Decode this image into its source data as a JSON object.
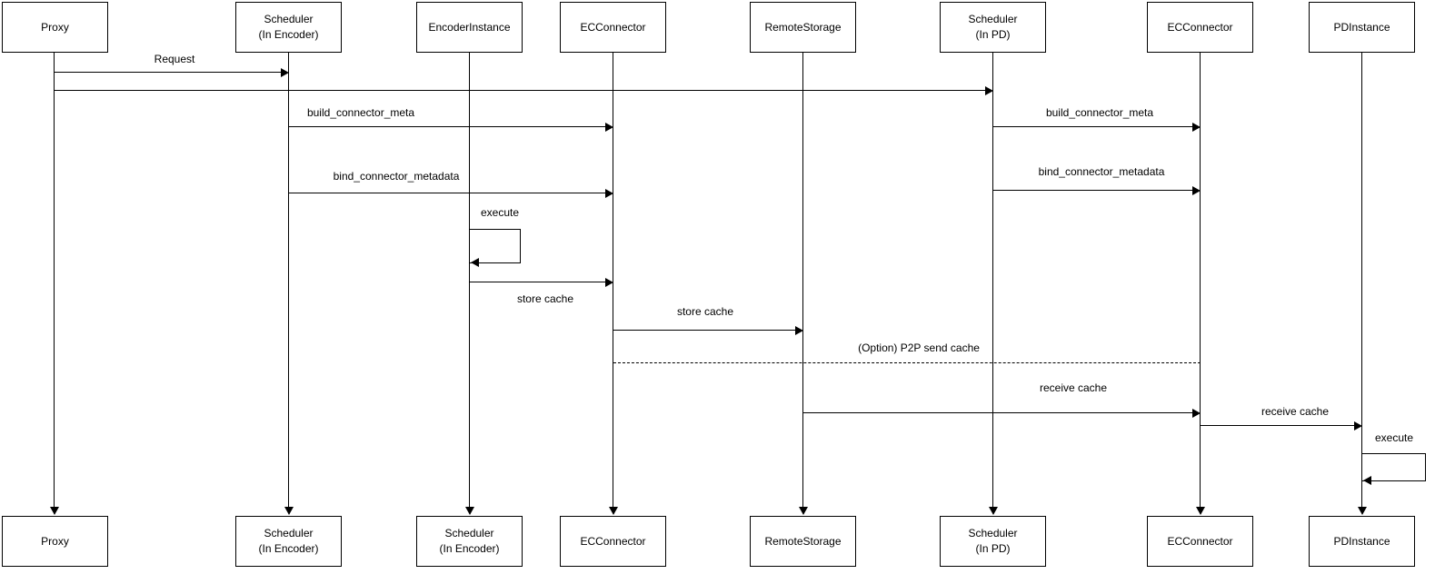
{
  "diagram_type": "sequence-diagram",
  "colors": {
    "line": "#000000",
    "text": "#000000",
    "background": "#ffffff"
  },
  "actors_top": [
    {
      "label": "Proxy"
    },
    {
      "label": "Scheduler",
      "sublabel": "(In Encoder)"
    },
    {
      "label": "EncoderInstance"
    },
    {
      "label": "ECConnector"
    },
    {
      "label": "RemoteStorage"
    },
    {
      "label": "Scheduler",
      "sublabel": "(In PD)"
    },
    {
      "label": "ECConnector"
    },
    {
      "label": "PDInstance"
    }
  ],
  "actors_bottom": [
    {
      "label": "Proxy"
    },
    {
      "label": "Scheduler",
      "sublabel": "(In Encoder)"
    },
    {
      "label": "Scheduler",
      "sublabel": "(In Encoder)"
    },
    {
      "label": "ECConnector"
    },
    {
      "label": "RemoteStorage"
    },
    {
      "label": "Scheduler",
      "sublabel": "(In PD)"
    },
    {
      "label": "ECConnector"
    },
    {
      "label": "PDInstance"
    }
  ],
  "messages": [
    {
      "label": "Request",
      "from": "Proxy",
      "to": "Scheduler (In Encoder)",
      "line": "solid"
    },
    {
      "label": "",
      "from": "Proxy",
      "to": "Scheduler (In PD)",
      "line": "solid"
    },
    {
      "label": "build_connector_meta",
      "from": "Scheduler (In Encoder)",
      "to": "ECConnector",
      "line": "solid"
    },
    {
      "label": "build_connector_meta",
      "from": "Scheduler (In PD)",
      "to": "ECConnector",
      "line": "solid"
    },
    {
      "label": "bind_connector_metadata",
      "from": "Scheduler (In Encoder)",
      "to": "ECConnector",
      "line": "solid"
    },
    {
      "label": "bind_connector_metadata",
      "from": "Scheduler (In PD)",
      "to": "ECConnector",
      "line": "solid"
    },
    {
      "label": "execute",
      "from": "EncoderInstance",
      "to": "EncoderInstance",
      "line": "self"
    },
    {
      "label": "store cache",
      "from": "EncoderInstance",
      "to": "ECConnector",
      "line": "solid"
    },
    {
      "label": "store cache",
      "from": "ECConnector",
      "to": "RemoteStorage",
      "line": "solid"
    },
    {
      "label": "(Option) P2P send cache",
      "from": "ECConnector",
      "to": "ECConnector (PD side)",
      "line": "dashed"
    },
    {
      "label": "receive cache",
      "from": "RemoteStorage",
      "to": "ECConnector (PD side)",
      "line": "solid"
    },
    {
      "label": "receive cache",
      "from": "ECConnector (PD side)",
      "to": "PDInstance",
      "line": "solid"
    },
    {
      "label": "execute",
      "from": "PDInstance",
      "to": "PDInstance",
      "line": "self"
    }
  ]
}
